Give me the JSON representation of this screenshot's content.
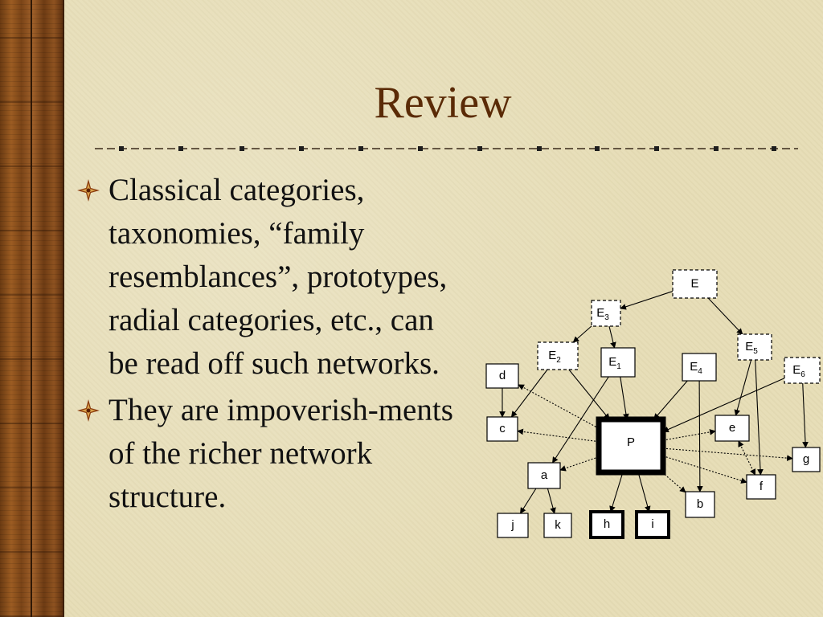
{
  "slide": {
    "title": "Review",
    "bullets": [
      "Classical categories, taxonomies, “family resemblances”, prototypes, radial categories, etc., can be read off such networks.",
      "They are impoverish-ments of the richer network structure."
    ]
  },
  "diagram": {
    "nodes": {
      "E": {
        "label": "E",
        "sub": ""
      },
      "E3": {
        "label": "E",
        "sub": "3"
      },
      "E2": {
        "label": "E",
        "sub": "2"
      },
      "E1": {
        "label": "E",
        "sub": "1"
      },
      "E4": {
        "label": "E",
        "sub": "4"
      },
      "E5": {
        "label": "E",
        "sub": "5"
      },
      "E6": {
        "label": "E",
        "sub": "6"
      },
      "d": {
        "label": "d",
        "sub": ""
      },
      "c": {
        "label": "c",
        "sub": ""
      },
      "P": {
        "label": "P",
        "sub": ""
      },
      "e": {
        "label": "e",
        "sub": ""
      },
      "g": {
        "label": "g",
        "sub": ""
      },
      "a": {
        "label": "a",
        "sub": ""
      },
      "f": {
        "label": "f",
        "sub": ""
      },
      "b": {
        "label": "b",
        "sub": ""
      },
      "j": {
        "label": "j",
        "sub": ""
      },
      "k": {
        "label": "k",
        "sub": ""
      },
      "h": {
        "label": "h",
        "sub": ""
      },
      "i": {
        "label": "i",
        "sub": ""
      }
    },
    "edges": [
      {
        "from": "E",
        "to": "E3",
        "style": "solid"
      },
      {
        "from": "E",
        "to": "E5",
        "style": "solid"
      },
      {
        "from": "E3",
        "to": "E2",
        "style": "solid"
      },
      {
        "from": "E3",
        "to": "E1",
        "style": "solid"
      },
      {
        "from": "E2",
        "to": "c",
        "style": "solid"
      },
      {
        "from": "E2",
        "to": "P",
        "style": "solid"
      },
      {
        "from": "d",
        "to": "c",
        "style": "solid"
      },
      {
        "from": "E1",
        "to": "P",
        "style": "solid"
      },
      {
        "from": "E1",
        "to": "a",
        "style": "solid"
      },
      {
        "from": "E4",
        "to": "P",
        "style": "solid"
      },
      {
        "from": "E4",
        "to": "b",
        "style": "solid"
      },
      {
        "from": "E5",
        "to": "e",
        "style": "solid"
      },
      {
        "from": "E5",
        "to": "f",
        "style": "solid"
      },
      {
        "from": "E6",
        "to": "P",
        "style": "solid"
      },
      {
        "from": "E6",
        "to": "g",
        "style": "solid"
      },
      {
        "from": "P",
        "to": "d",
        "style": "dotted"
      },
      {
        "from": "P",
        "to": "c",
        "style": "dotted"
      },
      {
        "from": "P",
        "to": "a",
        "style": "dotted"
      },
      {
        "from": "P",
        "to": "e",
        "style": "dotted"
      },
      {
        "from": "P",
        "to": "g",
        "style": "dotted"
      },
      {
        "from": "P",
        "to": "f",
        "style": "dotted"
      },
      {
        "from": "P",
        "to": "b",
        "style": "dotted"
      },
      {
        "from": "e",
        "to": "f",
        "style": "dotted-both"
      },
      {
        "from": "P",
        "to": "h",
        "style": "solid"
      },
      {
        "from": "P",
        "to": "i",
        "style": "solid"
      },
      {
        "from": "a",
        "to": "j",
        "style": "solid"
      },
      {
        "from": "a",
        "to": "k",
        "style": "solid"
      }
    ]
  },
  "colors": {
    "title": "#5a2a06",
    "background": "#e6ddb6",
    "sidebar": "#8a4e1e"
  }
}
